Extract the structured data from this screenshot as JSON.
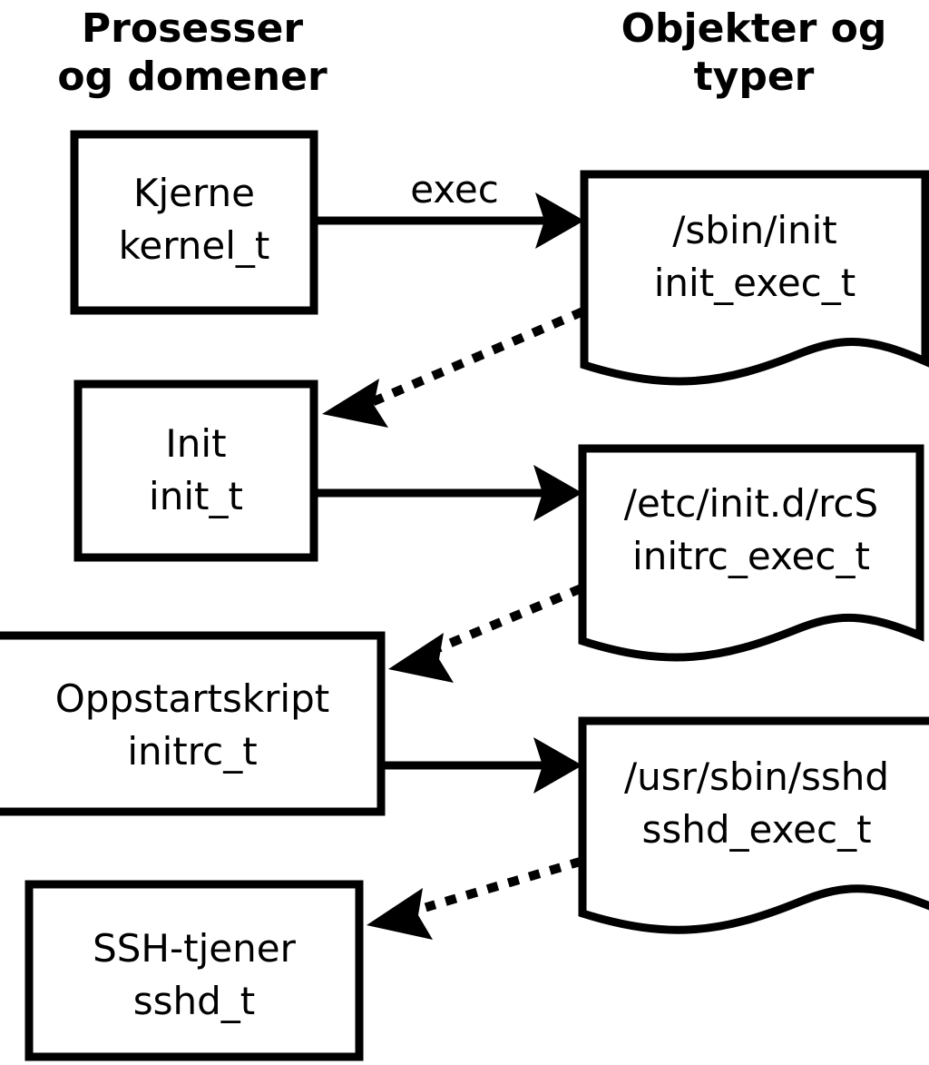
{
  "diagram": {
    "title_left": "Prosesser\nog domener",
    "headers": {
      "left": {
        "line1": "Prosesser",
        "line2": "og domener"
      },
      "right": {
        "line1": "Objekter og",
        "line2": "typer"
      }
    },
    "process_nodes": [
      {
        "id": "kernel",
        "line1": "Kjerne",
        "line2": "kernel_t"
      },
      {
        "id": "init",
        "line1": "Init",
        "line2": "init_t"
      },
      {
        "id": "initrc",
        "line1": "Oppstartskript",
        "line2": "initrc_t"
      },
      {
        "id": "sshd",
        "line1": "SSH-tjener",
        "line2": "sshd_t"
      }
    ],
    "object_nodes": [
      {
        "id": "init_exec",
        "line1": "/sbin/init",
        "line2": "init_exec_t"
      },
      {
        "id": "initrc_exec",
        "line1": "/etc/init.d/rcS",
        "line2": "initrc_exec_t"
      },
      {
        "id": "sshd_exec",
        "line1": "/usr/sbin/sshd",
        "line2": "sshd_exec_t"
      }
    ],
    "edges": [
      {
        "id": "kernel-exec-init_exec",
        "label": "exec",
        "style": "solid",
        "from": "kernel",
        "to": "init_exec"
      },
      {
        "id": "init_exec-init",
        "label": "",
        "style": "dotted",
        "from": "init_exec",
        "to": "init"
      },
      {
        "id": "init-initrc_exec",
        "label": "",
        "style": "solid",
        "from": "init",
        "to": "initrc_exec"
      },
      {
        "id": "initrc_exec-initrc",
        "label": "",
        "style": "dotted",
        "from": "initrc_exec",
        "to": "initrc"
      },
      {
        "id": "initrc-sshd_exec",
        "label": "",
        "style": "solid",
        "from": "initrc",
        "to": "sshd_exec"
      },
      {
        "id": "sshd_exec-sshd",
        "label": "",
        "style": "dotted",
        "from": "sshd_exec",
        "to": "sshd"
      }
    ],
    "colors": {
      "stroke": "#000000",
      "fill": "#ffffff",
      "background": "#ffffff"
    }
  }
}
